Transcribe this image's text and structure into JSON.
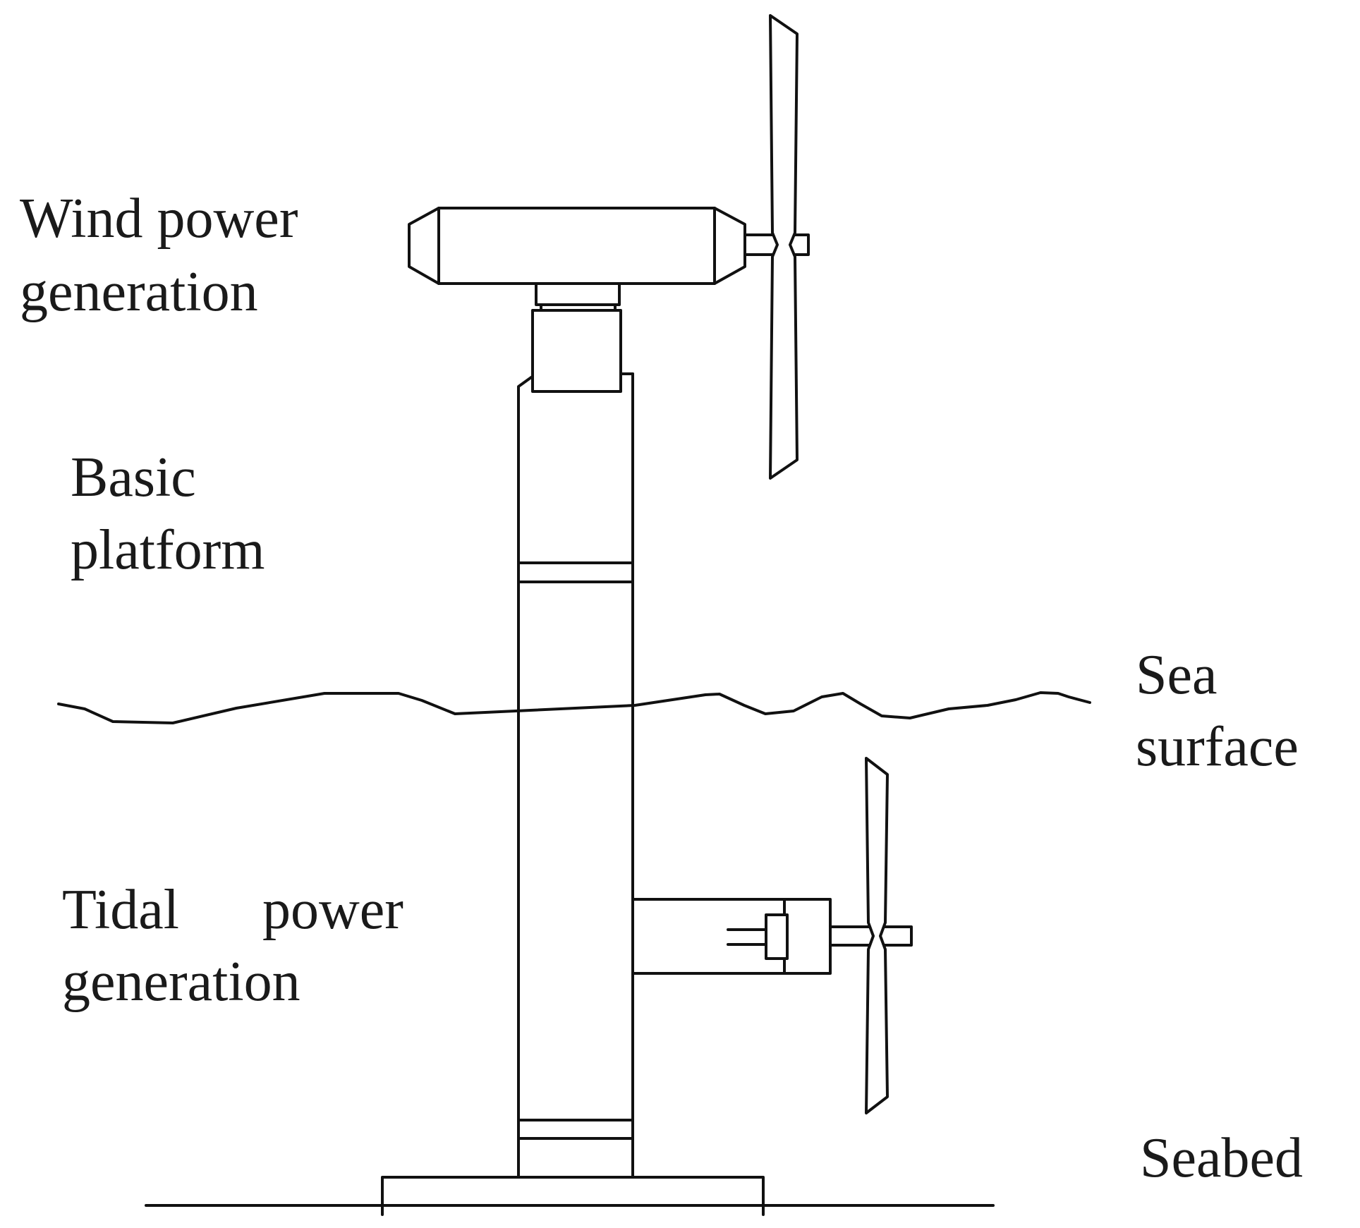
{
  "labels": {
    "wind_line1": "Wind power",
    "wind_line2": "generation",
    "platform_line1": "Basic",
    "platform_line2": "platform",
    "sea_line1": "Sea",
    "sea_line2": "surface",
    "tidal_word1": "Tidal",
    "tidal_word2": "power",
    "tidal_line2": "generation",
    "seabed": "Seabed"
  },
  "colors": {
    "line": "#111111",
    "text": "#1a1a1a",
    "background": "#ffffff"
  }
}
